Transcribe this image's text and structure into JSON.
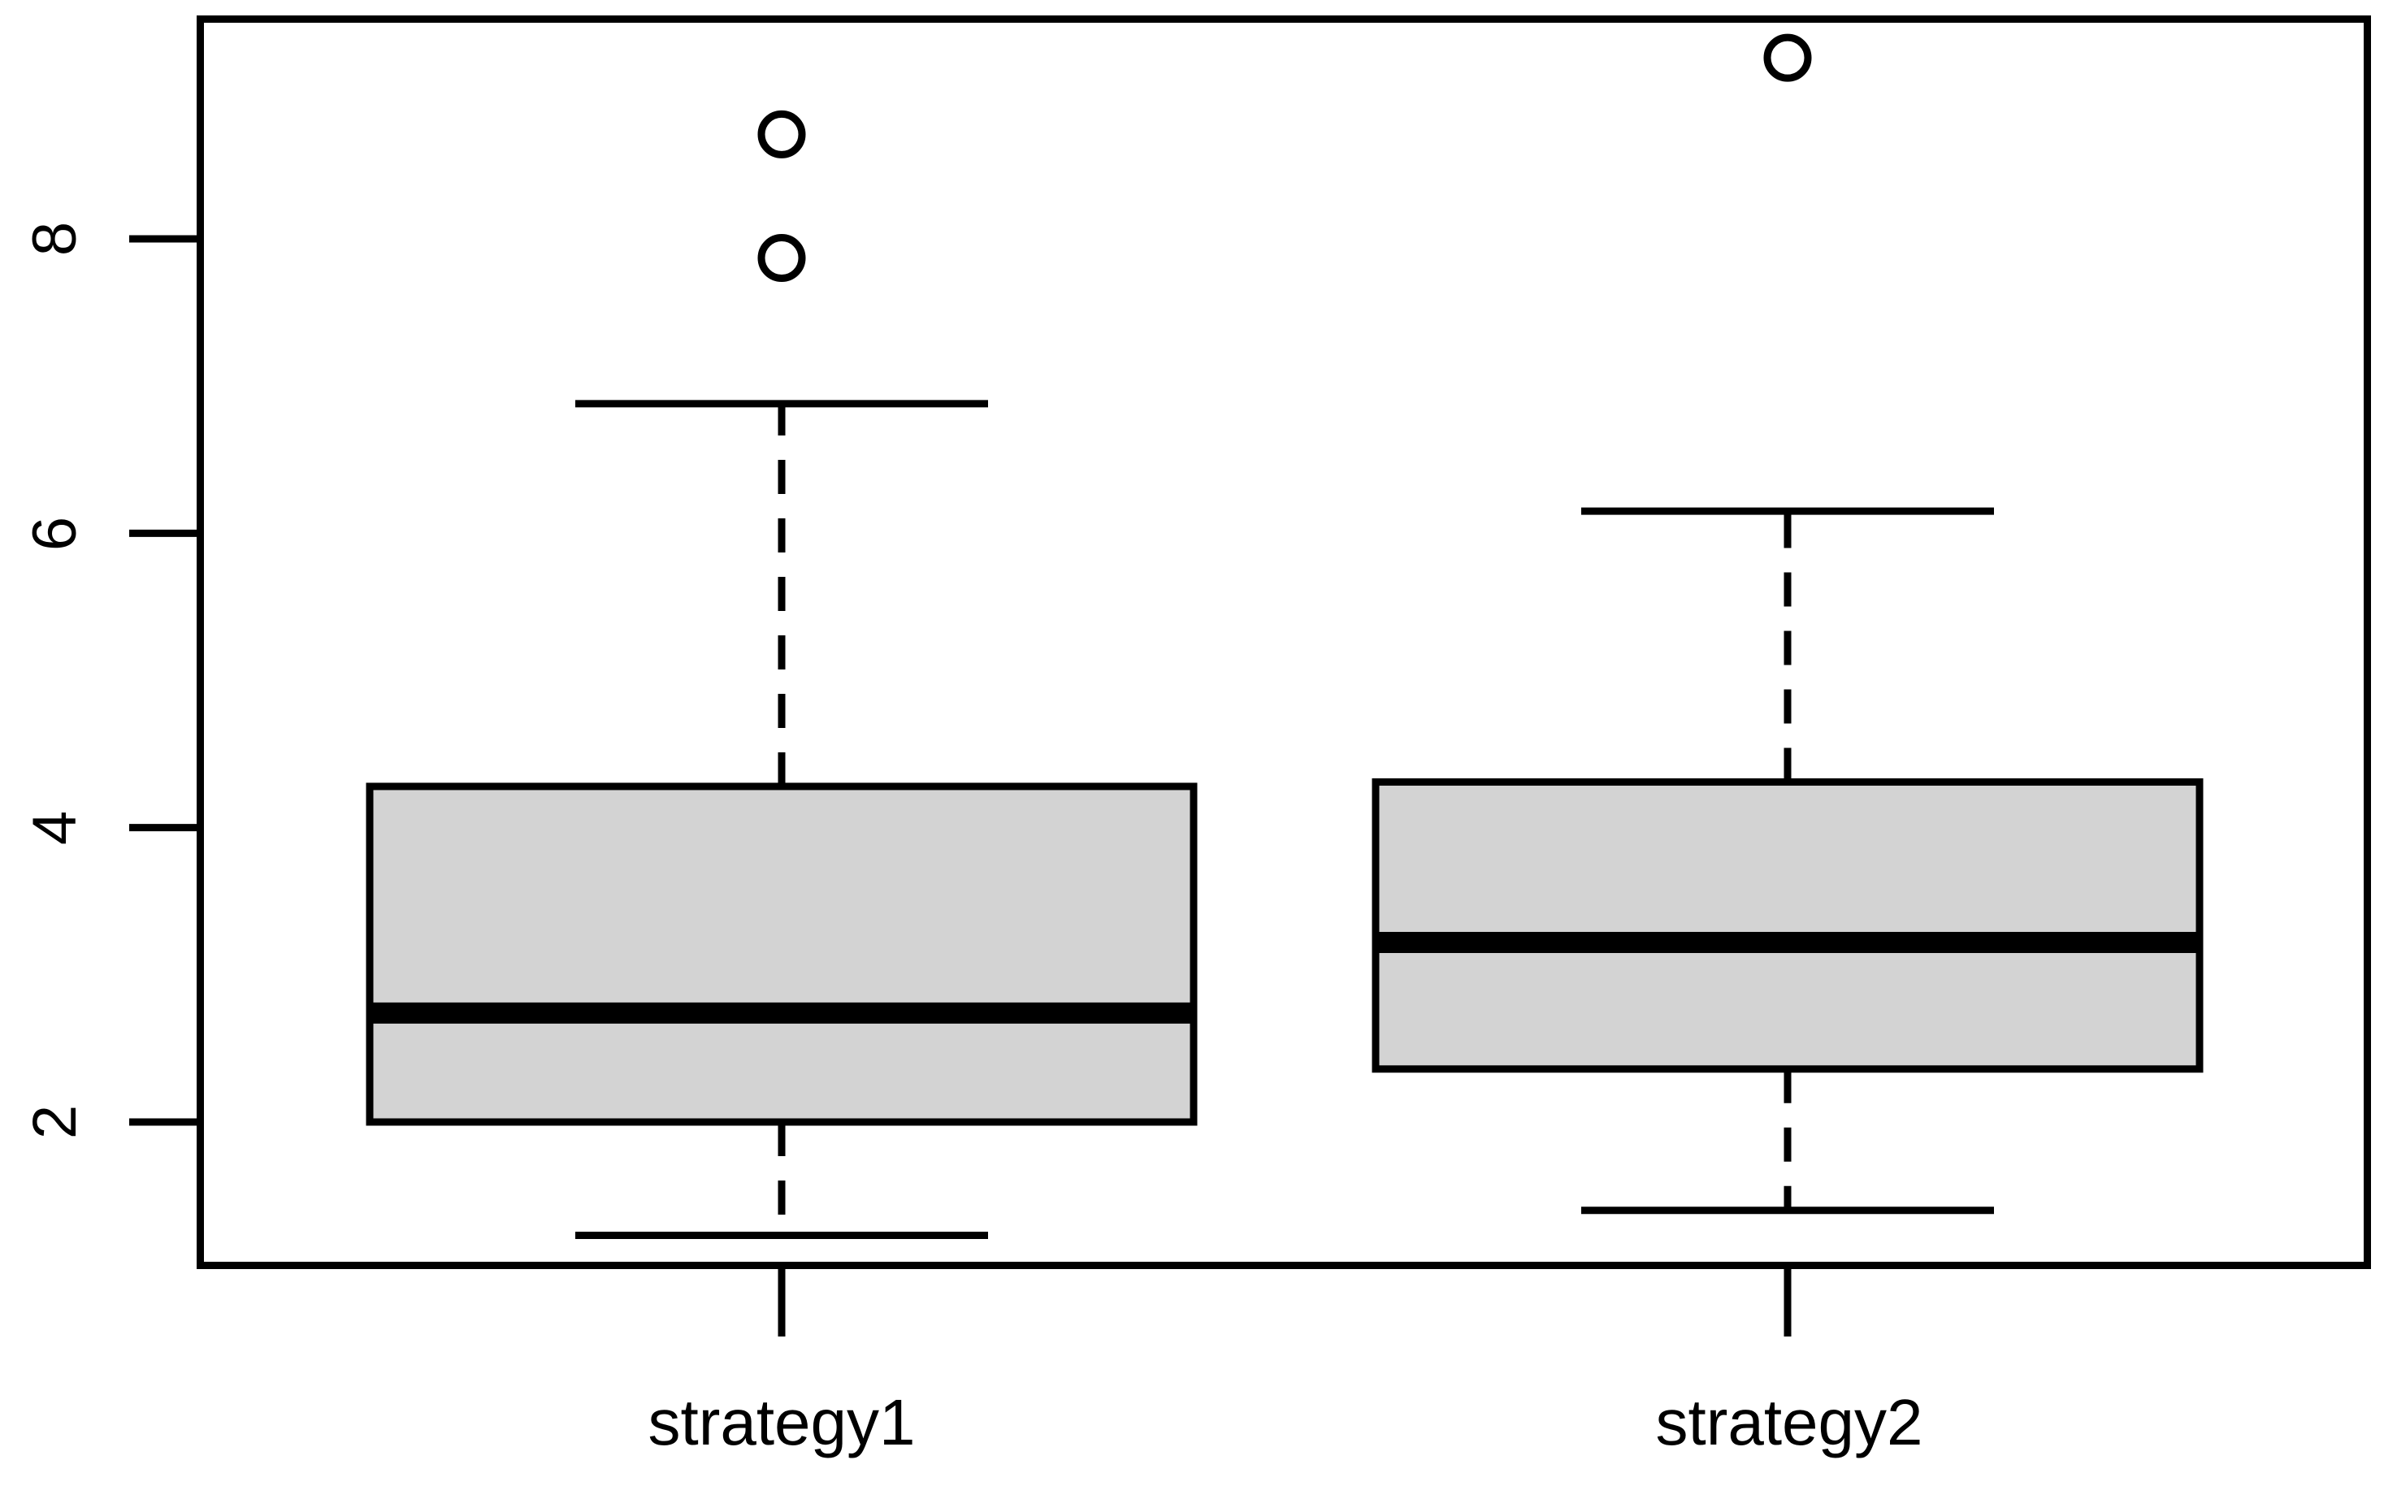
{
  "chart_data": {
    "type": "box",
    "title": "",
    "xlabel": "",
    "ylabel": "",
    "categories": [
      "strategy1",
      "strategy2"
    ],
    "ytick_labels": [
      "2",
      "4",
      "6",
      "8"
    ],
    "yticks": [
      2,
      4,
      6,
      8
    ],
    "ylim": [
      1.05,
      9.45
    ],
    "grid": false,
    "legend": "none",
    "box_fill_color": "#d3d3d3",
    "line_color": "#000000",
    "background_color": "#ffffff",
    "boxes": [
      {
        "name": "strategy1",
        "lower_whisker": 1.23,
        "q1": 2.0,
        "median": 2.74,
        "q3": 4.28,
        "upper_whisker": 6.88,
        "outliers": [
          8.71,
          7.87
        ]
      },
      {
        "name": "strategy2",
        "lower_whisker": 1.4,
        "q1": 2.36,
        "median": 3.22,
        "q3": 4.31,
        "upper_whisker": 6.15,
        "outliers": [
          9.23
        ]
      }
    ]
  },
  "axis": {
    "tick_2": "2",
    "tick_4": "4",
    "tick_6": "6",
    "tick_8": "8"
  },
  "labels": {
    "category_1": "strategy1",
    "category_2": "strategy2"
  }
}
